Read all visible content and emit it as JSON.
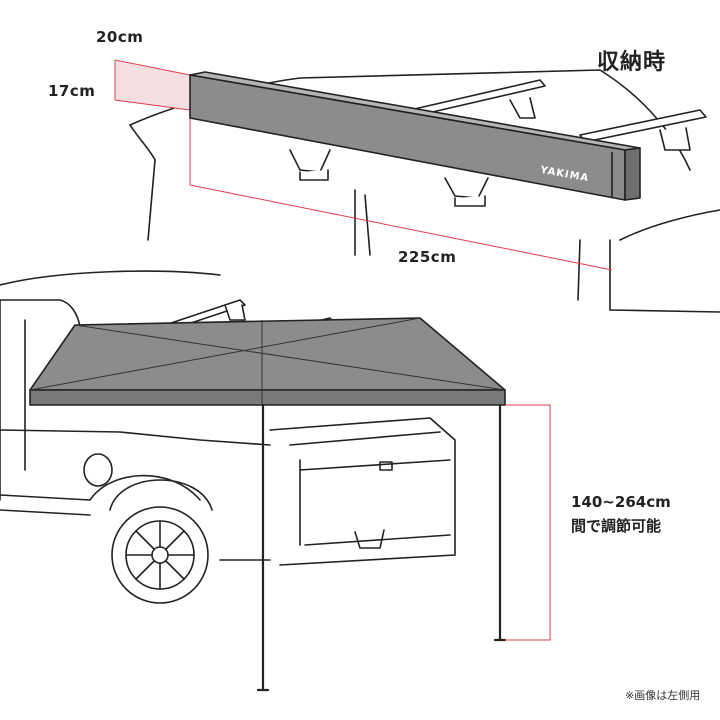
{
  "labels": {
    "width_dim": "20cm",
    "height_dim": "17cm",
    "length_dim": "225cm",
    "stowed_title": "収納時",
    "brand": "YAKIMA",
    "adjust_range": "140~264cm",
    "adjust_text": "間で調節可能",
    "footnote": "※画像は左側用"
  },
  "colors": {
    "line": "#222222",
    "awning": "#8c8c8c",
    "awning_dark": "#6f6f6f",
    "dimension": "#e23b4a",
    "dimension_fill": "#f6dfe2"
  }
}
